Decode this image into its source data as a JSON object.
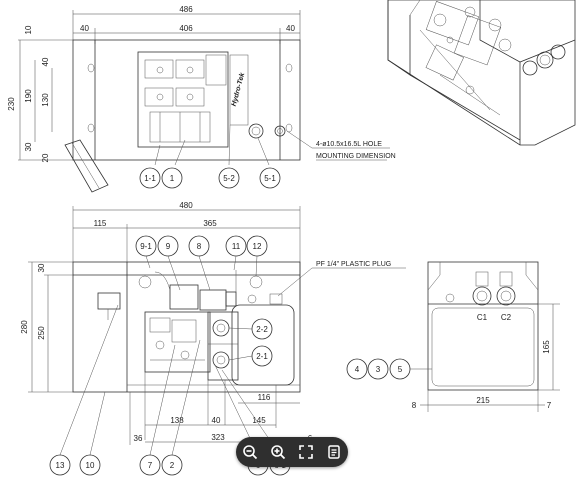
{
  "top_view": {
    "dim_overall": "486",
    "dim_inner": "406",
    "dim_left": "40",
    "dim_right": "40",
    "dim_10": "10",
    "dim_40": "40",
    "dim_130": "130",
    "dim_190": "190",
    "dim_230": "230",
    "dim_30": "30",
    "dim_20": "20",
    "brand": "Hydro-Tek",
    "hole_note_line1": "4-ø10.5x16.5L HOLE",
    "hole_note_line2": "MOUNTING DIMENSION",
    "balloons": [
      "1-1",
      "1",
      "5-2",
      "5-1"
    ]
  },
  "front_view": {
    "dim_480": "480",
    "dim_115": "115",
    "dim_365": "365",
    "dim_30": "30",
    "dim_250": "250",
    "dim_280": "280",
    "dim_138": "138",
    "dim_40": "40",
    "dim_145": "145",
    "dim_116": "116",
    "dim_36": "36",
    "dim_323": "323",
    "dim_6": "6",
    "plug_note": "PF 1/4\" PLASTIC PLUG",
    "balloons_top": [
      "9-1",
      "9",
      "8",
      "11",
      "12"
    ],
    "balloons_right": [
      "2-2",
      "2-1"
    ],
    "balloons_bottom": [
      "13",
      "10",
      "7",
      "2",
      "6",
      "6-1"
    ]
  },
  "side_view": {
    "port_labels": [
      "C1",
      "C2"
    ],
    "dim_165": "165",
    "dim_8": "8",
    "dim_215": "215",
    "dim_7": "7",
    "balloons": [
      "4",
      "3",
      "5"
    ]
  },
  "toolbar": {
    "icons": [
      "zoom-out-icon",
      "zoom-in-icon",
      "fullscreen-icon",
      "document-icon"
    ]
  }
}
